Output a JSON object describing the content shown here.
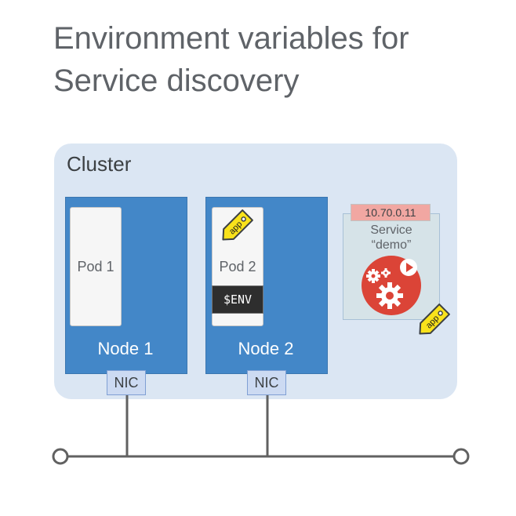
{
  "title_line1": "Environment variables for",
  "title_line2": "Service discovery",
  "cluster": {
    "label": "Cluster"
  },
  "nodes": [
    {
      "label": "Node 1",
      "pod": "Pod 1",
      "nic": "NIC"
    },
    {
      "label": "Node 2",
      "pod": "Pod 2",
      "nic": "NIC",
      "env": "$ENV"
    }
  ],
  "service": {
    "ip": "10.70.0.11",
    "name_line1": "Service",
    "name_line2": "“demo”"
  },
  "tags": {
    "app": "app"
  },
  "colors": {
    "node": "#4387c8",
    "cluster": "#dbe6f3",
    "service_logo": "#db4437",
    "tag": "#f9e21b",
    "network": "#616161"
  },
  "icons": [
    "gear-icon",
    "play-icon",
    "tag-icon"
  ]
}
